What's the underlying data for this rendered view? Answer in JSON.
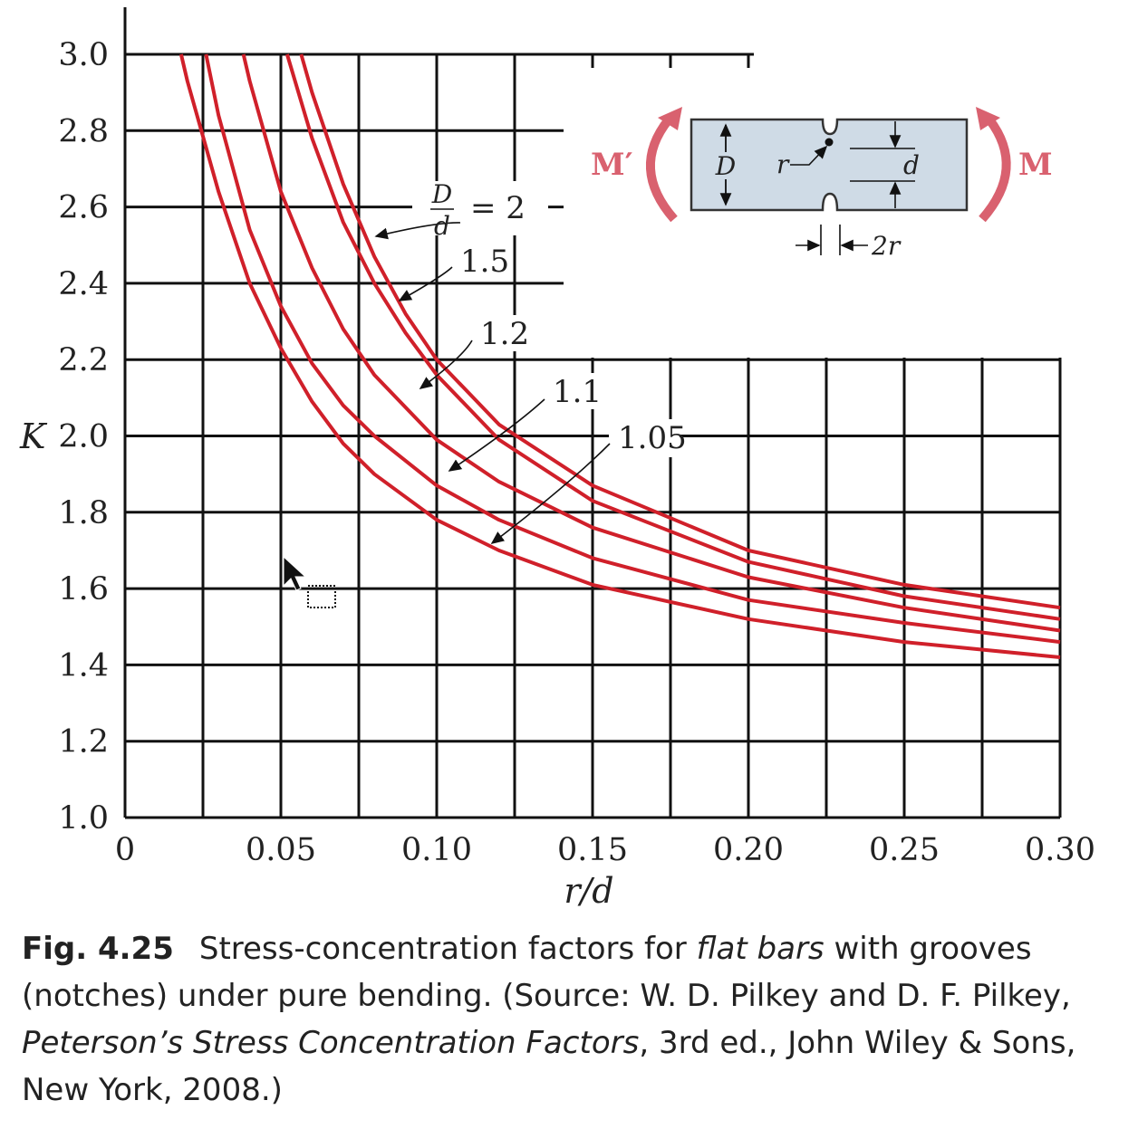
{
  "chart_data": {
    "type": "line",
    "xlabel": "r/d",
    "ylabel": "K",
    "xlim": [
      0,
      0.3
    ],
    "ylim": [
      1.0,
      3.0
    ],
    "x_ticks": [
      "0",
      "0.05",
      "0.10",
      "0.15",
      "0.20",
      "0.25",
      "0.30"
    ],
    "y_ticks": [
      "1.0",
      "1.2",
      "1.4",
      "1.6",
      "1.8",
      "2.0",
      "2.2",
      "2.4",
      "2.6",
      "2.8",
      "3.0"
    ],
    "grid": true,
    "curve_label_prefix": {
      "num": "D",
      "den": "d",
      "eq": "="
    },
    "series": [
      {
        "name": "2",
        "x": [
          0.0565,
          0.06,
          0.07,
          0.08,
          0.09,
          0.1,
          0.12,
          0.15,
          0.2,
          0.25,
          0.3
        ],
        "y": [
          3.0,
          2.9,
          2.66,
          2.47,
          2.32,
          2.2,
          2.03,
          1.87,
          1.7,
          1.61,
          1.55
        ]
      },
      {
        "name": "1.5",
        "x": [
          0.052,
          0.06,
          0.07,
          0.08,
          0.09,
          0.1,
          0.12,
          0.15,
          0.2,
          0.25,
          0.3
        ],
        "y": [
          3.0,
          2.78,
          2.56,
          2.4,
          2.27,
          2.16,
          1.99,
          1.83,
          1.67,
          1.58,
          1.52
        ]
      },
      {
        "name": "1.2",
        "x": [
          0.038,
          0.04,
          0.05,
          0.06,
          0.07,
          0.08,
          0.1,
          0.12,
          0.15,
          0.2,
          0.25,
          0.3
        ],
        "y": [
          3.0,
          2.93,
          2.64,
          2.44,
          2.28,
          2.16,
          1.99,
          1.88,
          1.76,
          1.63,
          1.55,
          1.49
        ]
      },
      {
        "name": "1.1",
        "x": [
          0.026,
          0.03,
          0.04,
          0.05,
          0.06,
          0.07,
          0.08,
          0.1,
          0.12,
          0.15,
          0.2,
          0.25,
          0.3
        ],
        "y": [
          3.0,
          2.84,
          2.54,
          2.34,
          2.19,
          2.08,
          2.0,
          1.87,
          1.78,
          1.68,
          1.57,
          1.51,
          1.46
        ]
      },
      {
        "name": "1.05",
        "x": [
          0.018,
          0.02,
          0.03,
          0.04,
          0.05,
          0.06,
          0.07,
          0.08,
          0.1,
          0.12,
          0.15,
          0.2,
          0.25,
          0.3
        ],
        "y": [
          3.0,
          2.93,
          2.64,
          2.4,
          2.23,
          2.09,
          1.98,
          1.9,
          1.78,
          1.7,
          1.61,
          1.52,
          1.46,
          1.42
        ]
      }
    ],
    "series_color": "#d0202a",
    "inset": {
      "moment_left": "M′",
      "moment_right": "M",
      "label_D": "D",
      "label_r": "r",
      "label_d": "d",
      "label_2r": "2r",
      "bar_fill": "#cfdbe6",
      "moment_color": "#d9616f"
    }
  },
  "caption": {
    "fig_no": "Fig. 4.25",
    "part1": "Stress-concentration factors for ",
    "italic1": "flat bars",
    "part2": " with grooves (notches) under pure bending. (Source: W. D. Pilkey and D. F. Pilkey, ",
    "italic2": "Peterson’s Stress Concentration Factors",
    "part3": ", 3rd ed., John Wiley & Sons, New York, 2008.)"
  }
}
